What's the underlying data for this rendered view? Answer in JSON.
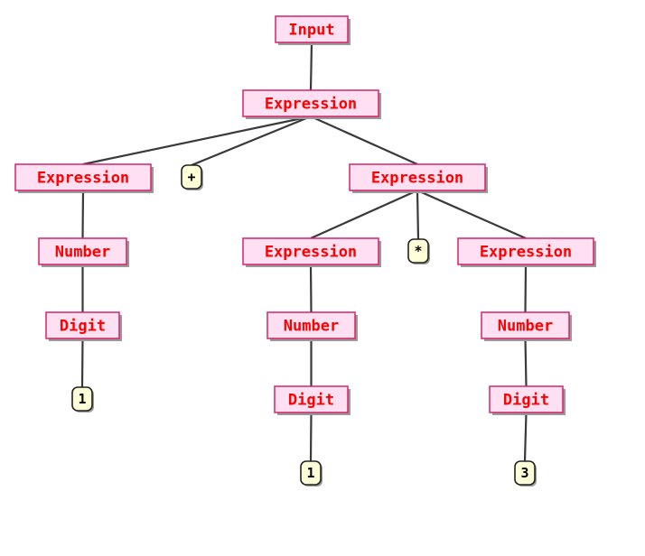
{
  "parse_tree": {
    "nodes": [
      {
        "id": "n1",
        "label": "Input",
        "kind": "nonterminal"
      },
      {
        "id": "n2",
        "label": "Expression",
        "kind": "nonterminal"
      },
      {
        "id": "n3",
        "label": "Expression",
        "kind": "nonterminal"
      },
      {
        "id": "n4",
        "label": "+",
        "kind": "terminal"
      },
      {
        "id": "n5",
        "label": "Expression",
        "kind": "nonterminal"
      },
      {
        "id": "n6",
        "label": "Number",
        "kind": "nonterminal"
      },
      {
        "id": "n7",
        "label": "Digit",
        "kind": "nonterminal"
      },
      {
        "id": "n8",
        "label": "1",
        "kind": "terminal"
      },
      {
        "id": "n9",
        "label": "Expression",
        "kind": "nonterminal"
      },
      {
        "id": "n10",
        "label": "*",
        "kind": "terminal"
      },
      {
        "id": "n11",
        "label": "Expression",
        "kind": "nonterminal"
      },
      {
        "id": "n12",
        "label": "Number",
        "kind": "nonterminal"
      },
      {
        "id": "n13",
        "label": "Digit",
        "kind": "nonterminal"
      },
      {
        "id": "n14",
        "label": "1",
        "kind": "terminal"
      },
      {
        "id": "n15",
        "label": "Number",
        "kind": "nonterminal"
      },
      {
        "id": "n16",
        "label": "Digit",
        "kind": "nonterminal"
      },
      {
        "id": "n17",
        "label": "3",
        "kind": "terminal"
      }
    ],
    "edges": [
      {
        "from": "n1",
        "to": "n2"
      },
      {
        "from": "n2",
        "to": "n3"
      },
      {
        "from": "n2",
        "to": "n4"
      },
      {
        "from": "n2",
        "to": "n5"
      },
      {
        "from": "n3",
        "to": "n6"
      },
      {
        "from": "n6",
        "to": "n7"
      },
      {
        "from": "n7",
        "to": "n8"
      },
      {
        "from": "n5",
        "to": "n9"
      },
      {
        "from": "n5",
        "to": "n10"
      },
      {
        "from": "n5",
        "to": "n11"
      },
      {
        "from": "n9",
        "to": "n12"
      },
      {
        "from": "n12",
        "to": "n13"
      },
      {
        "from": "n13",
        "to": "n14"
      },
      {
        "from": "n11",
        "to": "n15"
      },
      {
        "from": "n15",
        "to": "n16"
      },
      {
        "from": "n16",
        "to": "n17"
      }
    ],
    "colors": {
      "nonterminal_text": "#ff0000",
      "nonterminal_fill": "#ffe0f3",
      "nonterminal_border": "#d4246b",
      "terminal_fill": "#ffffd8",
      "terminal_border": "#222222",
      "edge": "#3a3a3a"
    }
  }
}
